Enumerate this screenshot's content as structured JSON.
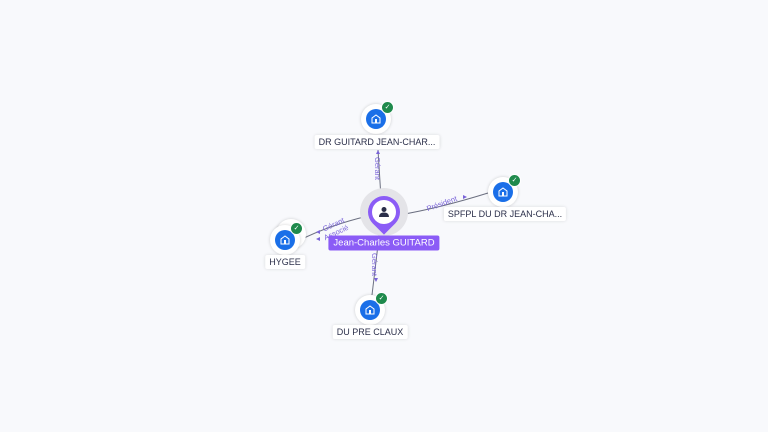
{
  "center": {
    "name": "Jean-Charles GUITARD",
    "icon": "person-icon",
    "color": "#8b5cf6"
  },
  "companies": [
    {
      "id": "dr-guitard",
      "label": "DR GUITARD JEAN-CHAR...",
      "verified": true,
      "relation": "Gérant"
    },
    {
      "id": "spfpl",
      "label": "SPFPL DU DR JEAN-CHA...",
      "verified": true,
      "relation": "Président"
    },
    {
      "id": "hygee",
      "label": "HYGEE",
      "verified": true,
      "relation": "Gérant",
      "relation2": "Associé"
    },
    {
      "id": "du-pre-claux",
      "label": "DU PRE CLAUX",
      "verified": true,
      "relation": "Gérant"
    }
  ],
  "icons": {
    "company": "building-icon",
    "verified": "check-badge-icon"
  }
}
